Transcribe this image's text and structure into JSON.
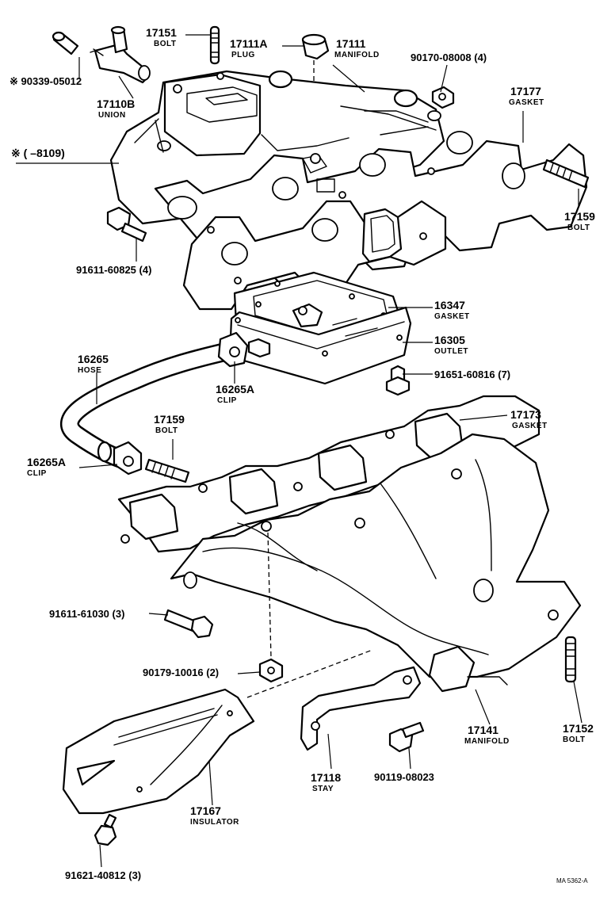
{
  "labels": {
    "cap": {
      "number": "※ 90339-05012"
    },
    "union": {
      "number": "17110B",
      "name": "UNION"
    },
    "bolt_17151": {
      "number": "17151",
      "name": "BOLT"
    },
    "plug": {
      "number": "17111A",
      "name": "PLUG"
    },
    "intake_manifold": {
      "number": "17111",
      "name": "MANIFOLD"
    },
    "nut_90170": {
      "number": "90170-08008 (4)"
    },
    "gasket_17177": {
      "number": "17177",
      "name": "GASKET"
    },
    "production_note": "※ (      –8109)",
    "bolt_17159_upper": {
      "number": "17159",
      "name": "BOLT"
    },
    "bolt_91611_60825": {
      "number": "91611-60825 (4)"
    },
    "gasket_16347": {
      "number": "16347",
      "name": "GASKET"
    },
    "outlet": {
      "number": "16305",
      "name": "OUTLET"
    },
    "bolt_91651": {
      "number": "91651-60816 (7)"
    },
    "hose": {
      "number": "16265",
      "name": "HOSE"
    },
    "clip_upper": {
      "number": "16265A",
      "name": "CLIP"
    },
    "bolt_17159_lower": {
      "number": "17159",
      "name": "BOLT"
    },
    "gasket_17173": {
      "number": "17173",
      "name": "GASKET"
    },
    "clip_lower": {
      "number": "16265A",
      "name": "CLIP"
    },
    "bolt_91611_61030": {
      "number": "91611-61030 (3)"
    },
    "nut_90179": {
      "number": "90179-10016 (2)"
    },
    "exhaust_manifold": {
      "number": "17141",
      "name": "MANIFOLD"
    },
    "bolt_17152": {
      "number": "17152",
      "name": "BOLT"
    },
    "stay": {
      "number": "17118",
      "name": "STAY"
    },
    "bolt_90119": {
      "number": "90119-08023"
    },
    "insulator": {
      "number": "17167",
      "name": "INSULATOR"
    },
    "bolt_91621": {
      "number": "91621-40812 (3)"
    }
  },
  "footer": {
    "drawing_code": "MA 5362-A"
  }
}
